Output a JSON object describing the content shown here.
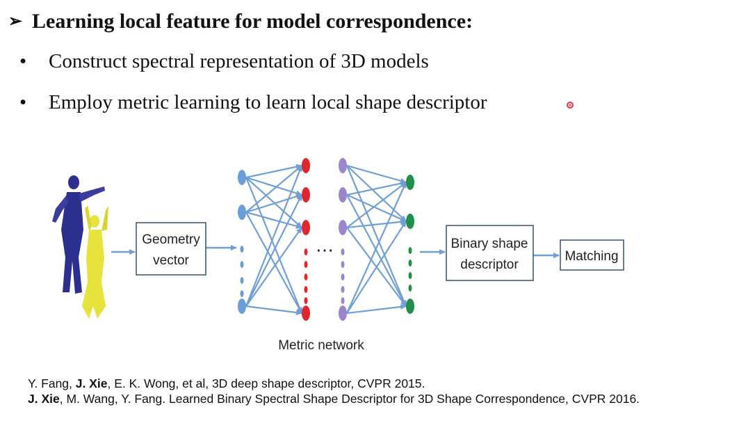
{
  "heading": {
    "arrow": "➢",
    "text": "Learning local feature for model correspondence:"
  },
  "bullets": [
    {
      "symbol": "•",
      "text": "Construct spectral representation of 3D models"
    },
    {
      "symbol": "•",
      "text": "Employ metric learning to learn local shape descriptor"
    }
  ],
  "diagram": {
    "geometry_vector": [
      "Geometry",
      "vector"
    ],
    "binary_shape_descriptor": [
      "Binary shape",
      "descriptor"
    ],
    "matching": "Matching",
    "network_label": "Metric network",
    "ellipsis": "⋯",
    "colors": {
      "input_node": "#6a9ed8",
      "hidden_red": "#e0282c",
      "hidden_purple": "#9a86cc",
      "output_green": "#1f8f4a",
      "edge": "#6f9fd4",
      "box_border": "#34506f",
      "figure_blue": "#2d2f8f",
      "figure_yellow": "#e6e43c"
    }
  },
  "references": [
    {
      "pre": "Y. Fang, ",
      "bold": "J. Xie",
      "post": ", E. K. Wong, et al, 3D deep shape descriptor, CVPR 2015."
    },
    {
      "pre": "",
      "bold": "J. Xie",
      "post": ", M. Wang, Y. Fang. Learned Binary Spectral Shape Descriptor for 3D Shape Correspondence, CVPR 2016."
    }
  ]
}
